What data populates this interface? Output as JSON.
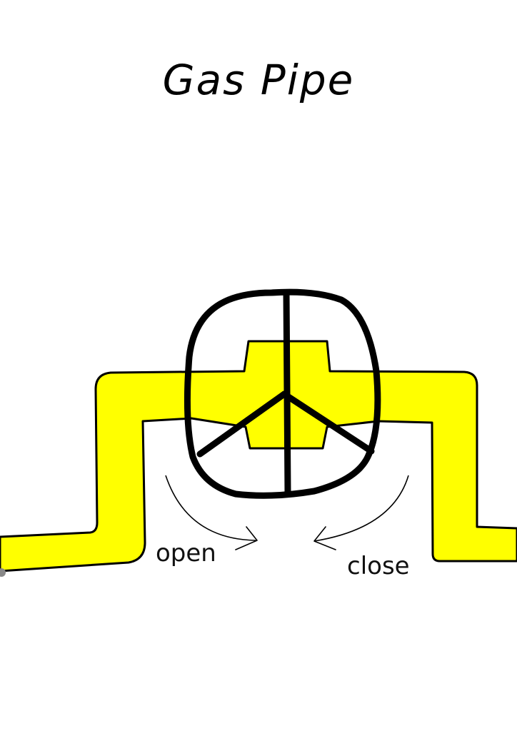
{
  "title": "Gas Pipe",
  "labels": {
    "open": "open",
    "close": "close"
  },
  "colors": {
    "pipe_fill": "#ffff00",
    "outline": "#000000",
    "background": "#ffffff"
  },
  "components": {
    "pipe": "gas-pipe",
    "valve": "valve-body",
    "handwheel": "handwheel-icon"
  }
}
